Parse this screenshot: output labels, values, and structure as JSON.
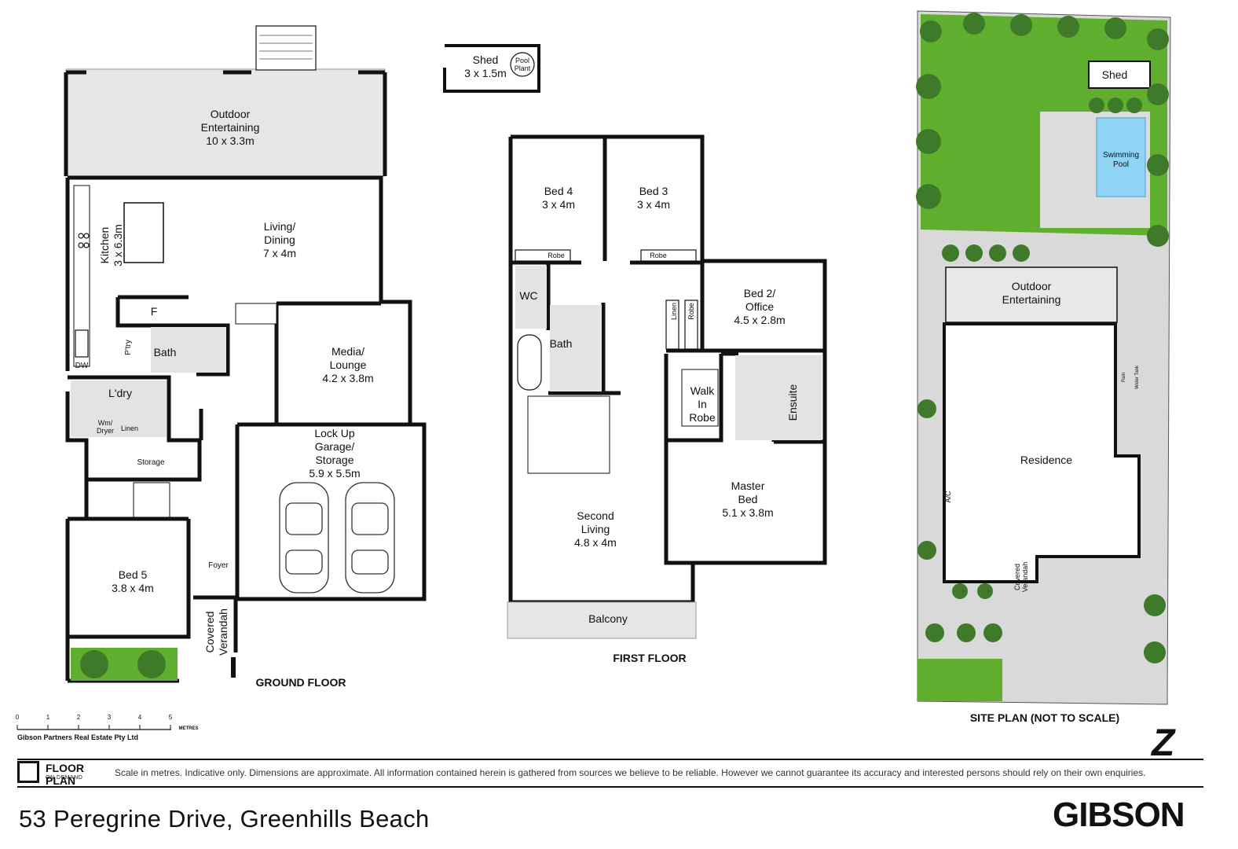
{
  "ground_floor": {
    "heading": "GROUND FLOOR",
    "rooms": {
      "outdoor_entertaining": "Outdoor\nEntertaining\n10 x 3.3m",
      "living_dining": "Living/\nDining\n7 x 4m",
      "kitchen": "Kitchen\n3 x 6.3m",
      "fridge": "F",
      "pantry": "P'try",
      "bath": "Bath",
      "dw": "DW",
      "laundry": "L'dry",
      "wm_dryer": "Wm/\nDryer",
      "linen": "Linen",
      "storage": "Storage",
      "media_lounge": "Media/\nLounge\n4.2 x 3.8m",
      "garage": "Lock Up\nGarage/\nStorage\n5.9 x 5.5m",
      "bed5": "Bed 5\n3.8 x 4m",
      "foyer": "Foyer",
      "covered_verandah": "Covered\nVerandah"
    }
  },
  "shed": {
    "label": "Shed\n3 x 1.5m",
    "pool_plant": "Pool\nPlant"
  },
  "first_floor": {
    "heading": "FIRST FLOOR",
    "rooms": {
      "bed4": "Bed 4\n3 x 4m",
      "bed3": "Bed 3\n3 x 4m",
      "robe": "Robe",
      "wc": "WC",
      "bath": "Bath",
      "linen": "Linen",
      "robe_v": "Robe",
      "bed2": "Bed 2/\nOffice\n4.5 x 2.8m",
      "walk_in_robe": "Walk\nIn\nRobe",
      "ensuite": "Ensuite",
      "master_bed": "Master\nBed\n5.1 x 3.8m",
      "second_living": "Second\nLiving\n4.8 x 4m",
      "balcony": "Balcony"
    }
  },
  "site_plan": {
    "heading": "SITE PLAN (NOT TO SCALE)",
    "labels": {
      "shed": "Shed",
      "pool": "Swimming\nPool",
      "outdoor": "Outdoor\nEntertaining",
      "residence": "Residence",
      "ac": "A/C",
      "covered_verandah": "Covered\nVerandah",
      "rain_water_tank": "Rain\nWater Tank"
    }
  },
  "scale_bar": {
    "ticks": [
      "0",
      "1",
      "2",
      "3",
      "4",
      "5"
    ],
    "unit": "METRES",
    "company": "Gibson Partners Real Estate Pty Ltd"
  },
  "footer": {
    "brand_line1": "FLOOR PLAN",
    "brand_line2": "ON DEMAND",
    "disclaimer": "Scale in metres. Indicative only. Dimensions are approximate. All information contained herein is gathered from sources we believe to be reliable. However we cannot guarantee its accuracy and interested persons should rely on their own enquiries.",
    "address": "53 Peregrine Drive, Greenhills Beach",
    "agency": "GIBSON",
    "z_mark": "Z"
  },
  "colors": {
    "grass": "#5fae2e",
    "hedge": "#3f7a2a",
    "pool": "#8fd3f5",
    "tile": "#e3e3e3",
    "wall": "#111111"
  }
}
